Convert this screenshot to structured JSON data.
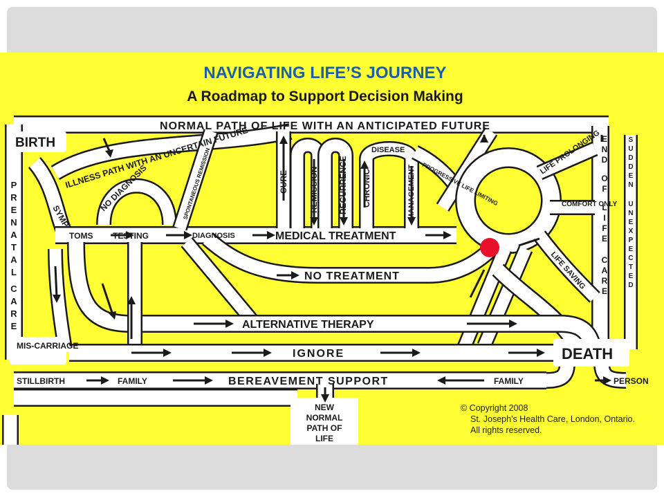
{
  "title": {
    "main": "NAVIGATING LIFE’S JOURNEY",
    "sub": "A Roadmap to Support Decision Making"
  },
  "labels": {
    "birth": "BIRTH",
    "normal_path": "NORMAL PATH OF LIFE WITH AN ANTICIPATED FUTURE",
    "illness_path": "ILLNESS PATH WITH AN UNCERTAIN FUTURE",
    "prenatal_care": "PRENATAL CARE",
    "symp": "SYMP",
    "toms": "TOMS",
    "testing": "TESTING",
    "no_diagnosis": "NO DIAGNOSIS",
    "spontaneous_remission": "SPONTANEOUS REMISSION",
    "diagnosis": "DIAGNOSIS",
    "medical_treatment": "MEDICAL TREATMENT",
    "cure": "CURE",
    "remission": "REMISSION",
    "recurrence": "RECURRENCE",
    "chronic": "CHRONIC",
    "disease": "DISEASE",
    "management": "MANAGEMENT",
    "progressive_life_limiting": "PROGRESSIVE LIFE LIMITING",
    "life_prolonging": "LIFE PROLONGING",
    "comfort_only": "COMFORT ONLY",
    "life_saving": "LIFE SAVING",
    "end_of_life_care": "END OF LIFE CARE",
    "sudden_unexpected": "SUDDEN UNEXPECTED",
    "no_treatment": "NO TREATMENT",
    "alternative_therapy": "ALTERNATIVE THERAPY",
    "miscarriage": "MIS-CARRIAGE",
    "ignore": "IGNORE",
    "death": "DEATH",
    "stillbirth": "STILLBIRTH",
    "family_left": "FAMILY",
    "bereavement_support": "BEREAVEMENT SUPPORT",
    "family_right": "FAMILY",
    "person": "PERSON",
    "new_normal": "NEW NORMAL PATH OF LIFE"
  },
  "copyright": {
    "line1": "© Copyright 2008",
    "line2": "St. Joseph's Health Care, London, Ontario.",
    "line3": "All rights reserved."
  },
  "colors": {
    "background": "#ffff33",
    "title": "#1a5fa8",
    "road": "#ffffff",
    "marker": "#e8102a"
  }
}
